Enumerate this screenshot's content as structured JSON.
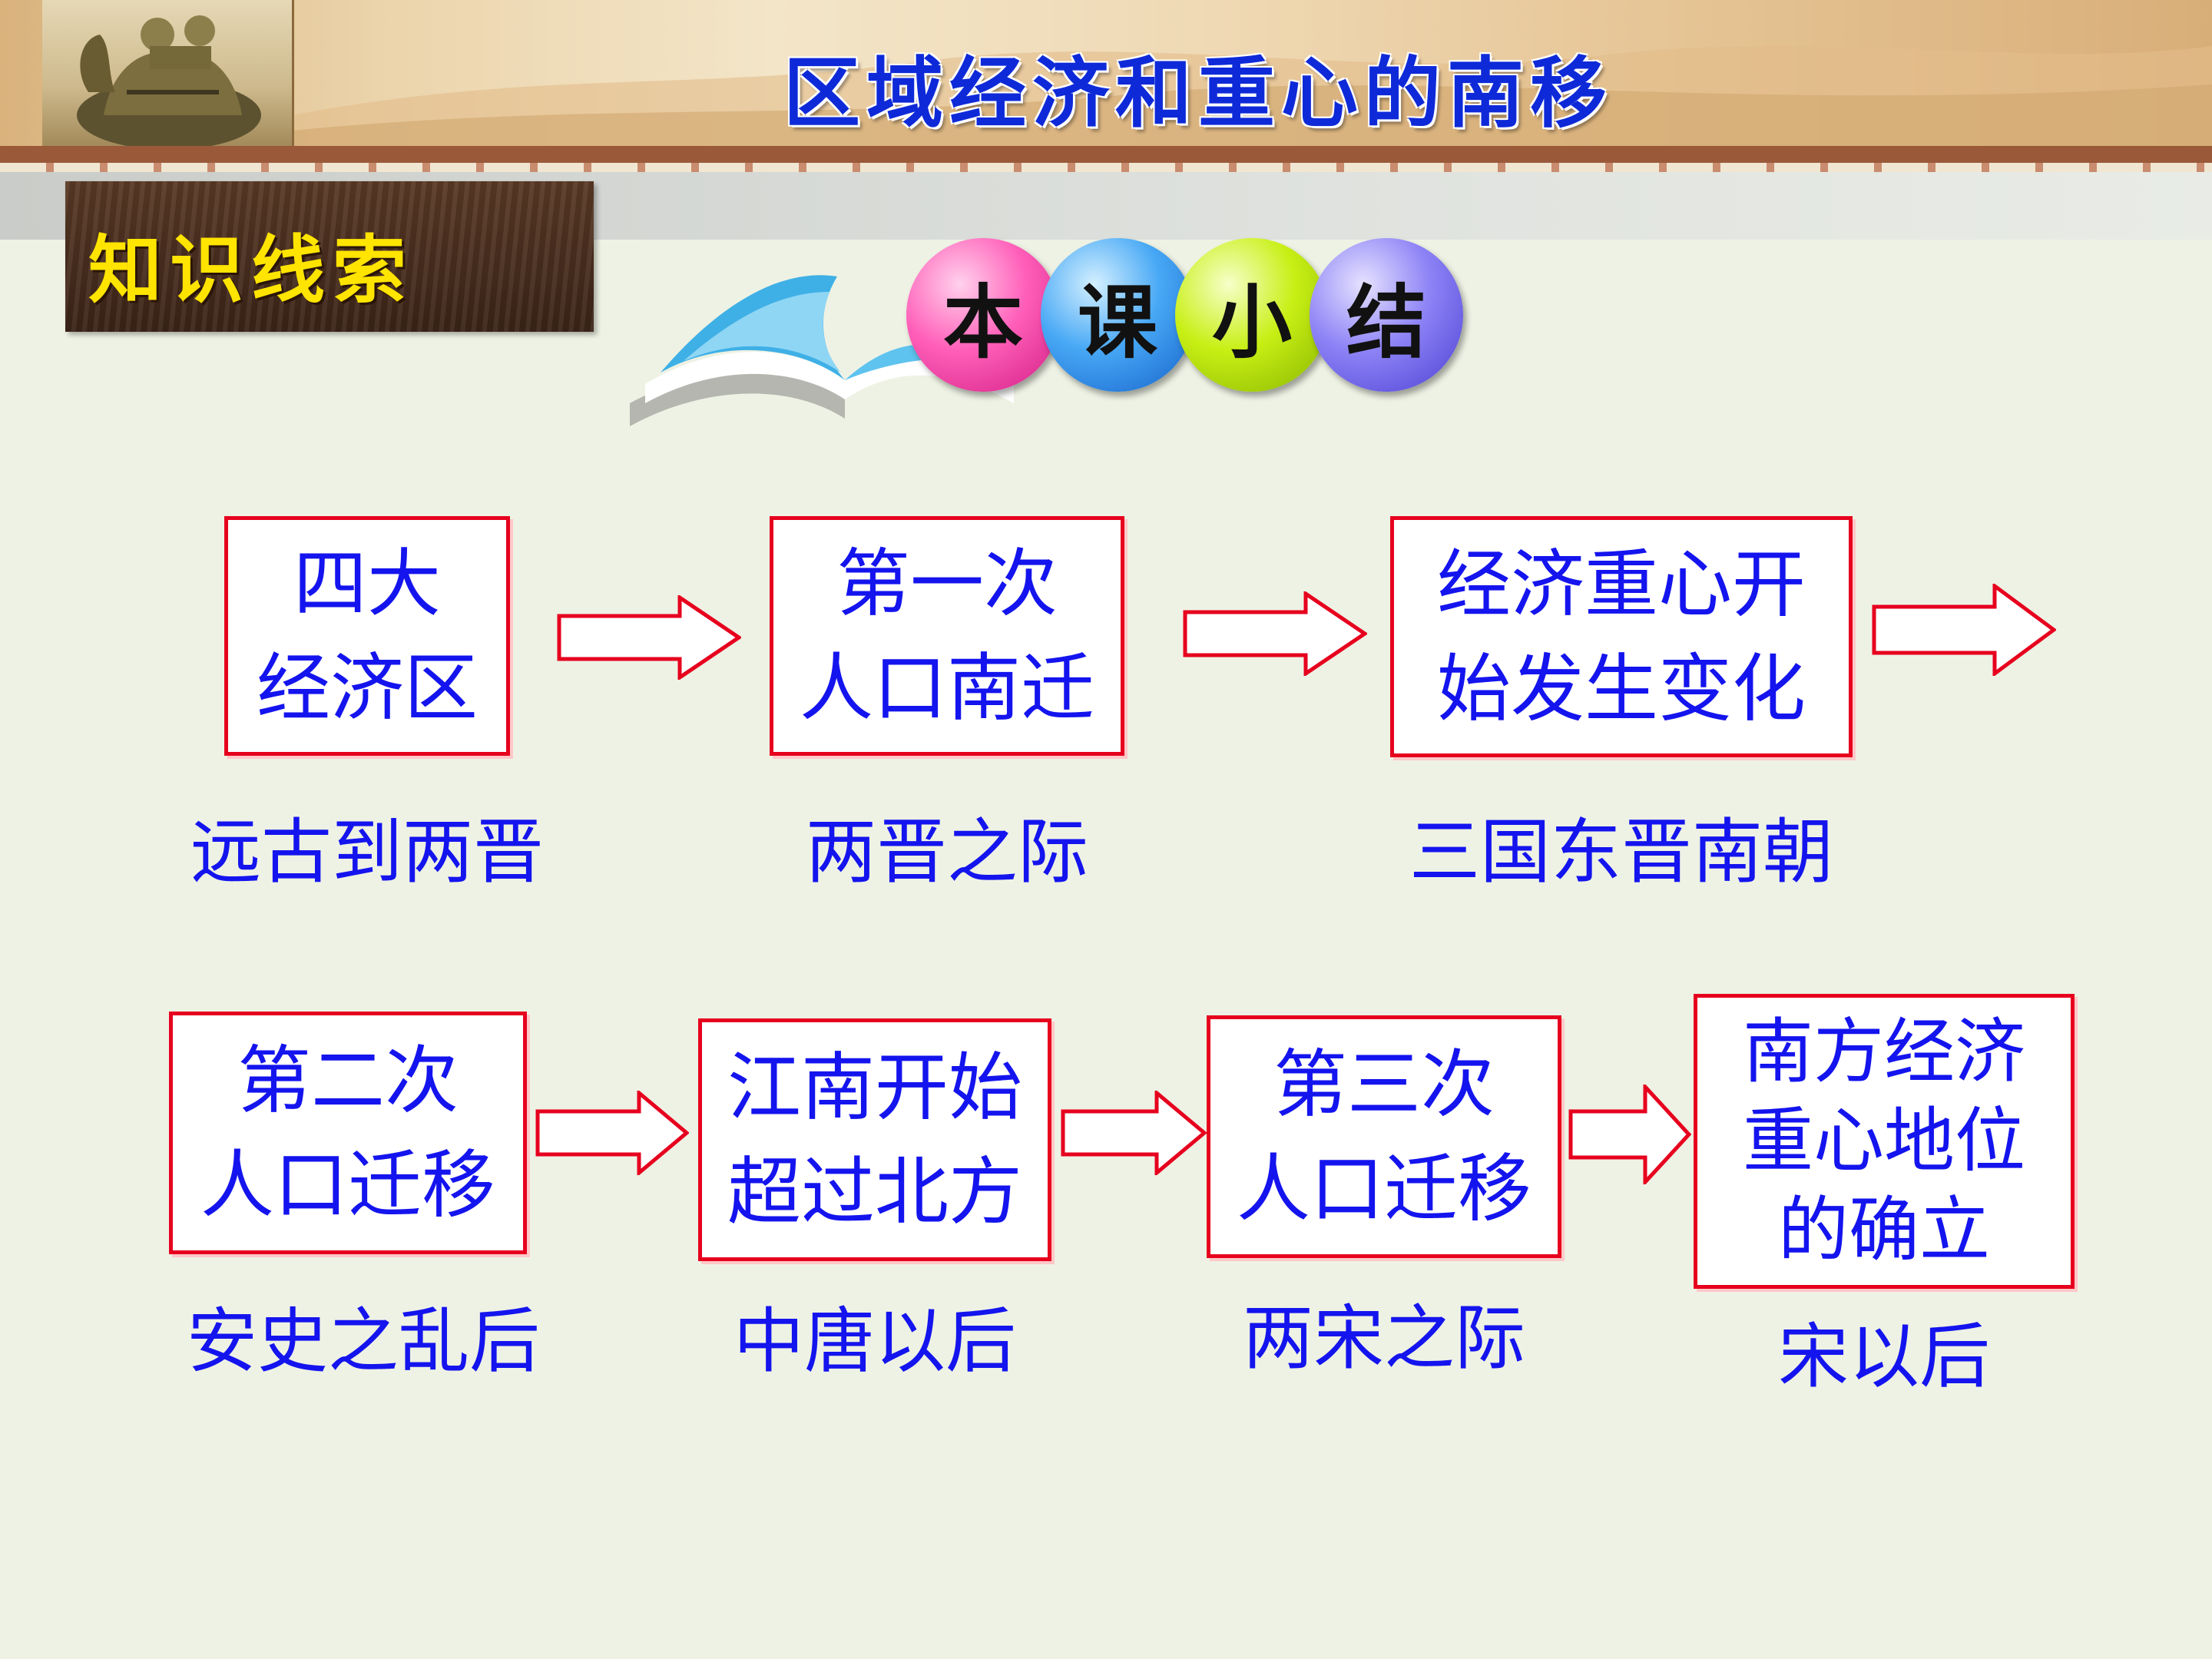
{
  "header": {
    "title": "区域经济和重心的南移"
  },
  "label": {
    "text": "知识线索"
  },
  "summary": {
    "chars": [
      "本",
      "课",
      "小",
      "结"
    ]
  },
  "flow": {
    "row1": [
      {
        "box": "四大\n经济区",
        "caption": "远古到两晋"
      },
      {
        "box": "第一次\n人口南迁",
        "caption": "两晋之际"
      },
      {
        "box": "经济重心开\n始发生变化",
        "caption": "三国东晋南朝"
      }
    ],
    "row2": [
      {
        "box": "第二次\n人口迁移",
        "caption": "安史之乱后"
      },
      {
        "box": "江南开始\n超过北方",
        "caption": "中唐以后"
      },
      {
        "box": "第三次\n人口迁移",
        "caption": "两宋之际"
      },
      {
        "box": "南方经济\n重心地位\n的确立",
        "caption": "宋以后"
      }
    ]
  },
  "colors": {
    "title": "#0e2ad8",
    "label": "#ffe400",
    "box_border": "#e6001e",
    "text": "#1414ee",
    "background": "#eef2e4"
  }
}
